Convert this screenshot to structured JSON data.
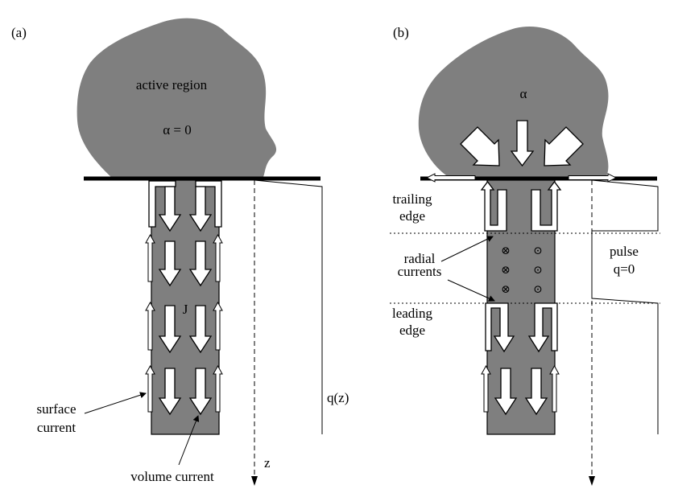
{
  "panel_a": {
    "tag": "(a)",
    "region_label": "active region",
    "alpha_label": "α = 0",
    "current_label": "J",
    "q_label": "q(z)",
    "z_label": "z",
    "surface_current": [
      "surface",
      "current"
    ],
    "volume_current": "volume current"
  },
  "panel_b": {
    "tag": "(b)",
    "alpha_label": "α",
    "trailing_edge": [
      "trailing",
      "edge"
    ],
    "radial_currents": [
      "radial",
      "currents"
    ],
    "leading_edge": [
      "leading",
      "edge"
    ],
    "pulse": [
      "pulse",
      "q=0"
    ],
    "into_symbol": "⊗",
    "out_symbol": "⊙"
  }
}
